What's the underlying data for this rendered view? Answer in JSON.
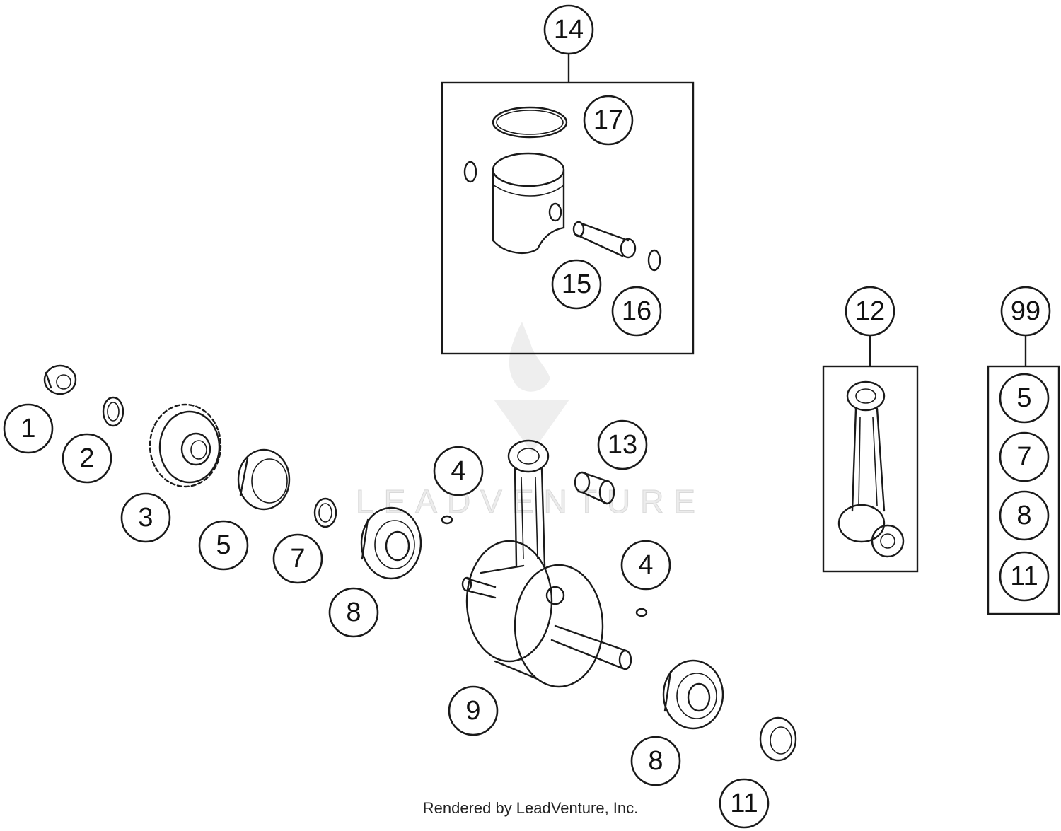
{
  "diagram": {
    "watermark_text": "LEADVENTURE",
    "footer_text": "Rendered by LeadVenture, Inc.",
    "kits": [
      {
        "id": "kit-14",
        "label": "14",
        "contents": [
          "17",
          "15",
          "16"
        ]
      },
      {
        "id": "kit-12",
        "label": "12",
        "contents": []
      },
      {
        "id": "kit-99",
        "label": "99",
        "contents": [
          "5",
          "7",
          "8",
          "11"
        ]
      }
    ],
    "callouts": [
      {
        "id": "c14",
        "label": "14"
      },
      {
        "id": "c17",
        "label": "17"
      },
      {
        "id": "c15",
        "label": "15"
      },
      {
        "id": "c16",
        "label": "16"
      },
      {
        "id": "c12",
        "label": "12"
      },
      {
        "id": "c99",
        "label": "99"
      },
      {
        "id": "c99-5",
        "label": "5"
      },
      {
        "id": "c99-7",
        "label": "7"
      },
      {
        "id": "c99-8",
        "label": "8"
      },
      {
        "id": "c99-11",
        "label": "11"
      },
      {
        "id": "c1",
        "label": "1"
      },
      {
        "id": "c2",
        "label": "2"
      },
      {
        "id": "c3",
        "label": "3"
      },
      {
        "id": "c5",
        "label": "5"
      },
      {
        "id": "c7",
        "label": "7"
      },
      {
        "id": "c8a",
        "label": "8"
      },
      {
        "id": "c4a",
        "label": "4"
      },
      {
        "id": "c13",
        "label": "13"
      },
      {
        "id": "c4b",
        "label": "4"
      },
      {
        "id": "c9",
        "label": "9"
      },
      {
        "id": "c8b",
        "label": "8"
      },
      {
        "id": "c11",
        "label": "11"
      }
    ]
  }
}
